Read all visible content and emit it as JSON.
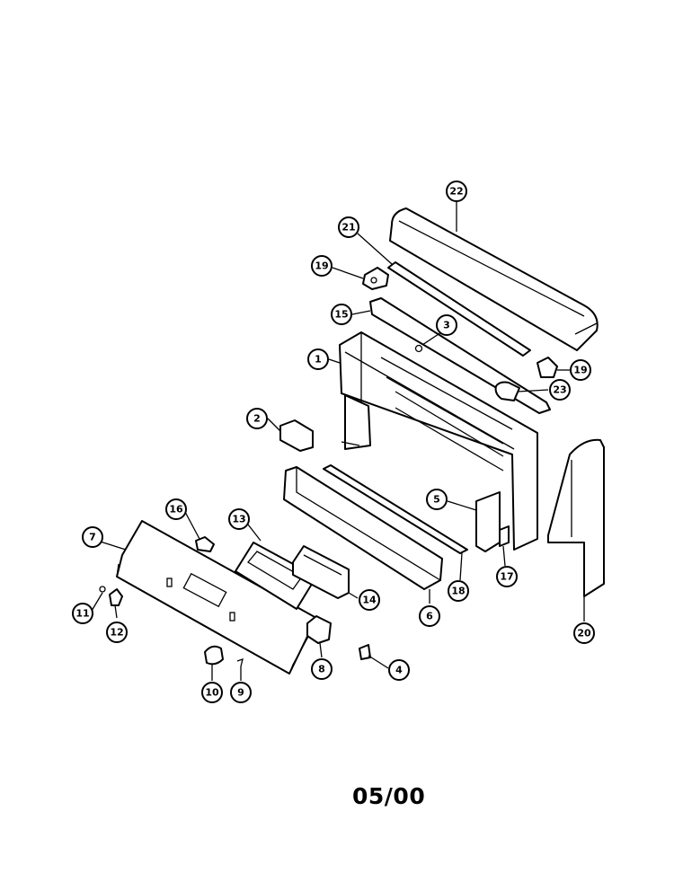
{
  "parts": [
    {
      "id": "p1",
      "number": "1"
    },
    {
      "id": "p2",
      "number": "2"
    },
    {
      "id": "p3",
      "number": "3"
    },
    {
      "id": "p4",
      "number": "4"
    },
    {
      "id": "p5",
      "number": "5"
    },
    {
      "id": "p6",
      "number": "6"
    },
    {
      "id": "p7",
      "number": "7"
    },
    {
      "id": "p8",
      "number": "8"
    },
    {
      "id": "p9",
      "number": "9"
    },
    {
      "id": "p10",
      "number": "10"
    },
    {
      "id": "p11",
      "number": "11"
    },
    {
      "id": "p12",
      "number": "12"
    },
    {
      "id": "p13",
      "number": "13"
    },
    {
      "id": "p14",
      "number": "14"
    },
    {
      "id": "p15",
      "number": "15"
    },
    {
      "id": "p16",
      "number": "16"
    },
    {
      "id": "p17",
      "number": "17"
    },
    {
      "id": "p18",
      "number": "18"
    },
    {
      "id": "p19a",
      "number": "19"
    },
    {
      "id": "p19b",
      "number": "19"
    },
    {
      "id": "p20",
      "number": "20"
    },
    {
      "id": "p21",
      "number": "21"
    },
    {
      "id": "p22",
      "number": "22"
    },
    {
      "id": "p23",
      "number": "23"
    }
  ],
  "footer": {
    "date_code": "05/00"
  }
}
